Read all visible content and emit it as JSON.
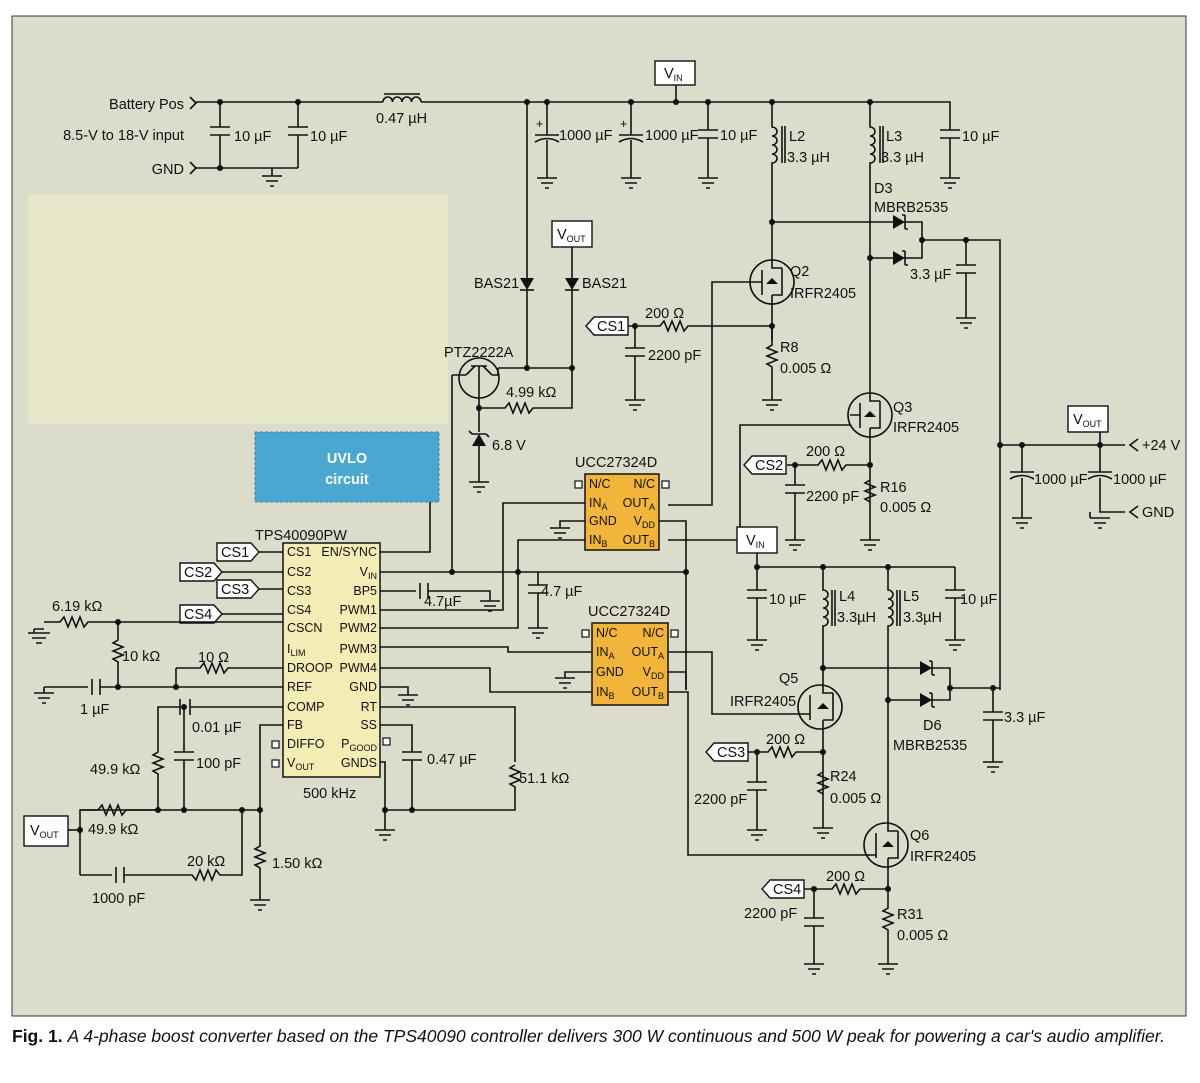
{
  "caption": {
    "label": "Fig. 1.",
    "text": "A 4-phase boost converter based on the TPS40090 controller delivers 300 W continuous and 500 W peak for powering a car's audio amplifier."
  },
  "colors": {
    "background": "#dcdccc",
    "uvlo_box": "#4aa7cf",
    "ic_driver": "#f2b53c",
    "ic_controller": "#f3ecb4",
    "highlight_area": "#e6e6c8"
  },
  "inputs": {
    "battery_pos": "Battery Pos",
    "range": "8.5-V to 18-V input",
    "gnd": "GND"
  },
  "outputs": {
    "plus24v": "+24 V",
    "gnd": "GND"
  },
  "uvlo": {
    "line1": "UVLO",
    "line2": "circuit"
  },
  "controller": {
    "name": "TPS40090PW",
    "freq": "500 kHz",
    "left_pins": [
      "CS1",
      "CS2",
      "CS3",
      "CS4",
      "CSCN",
      "I_LIM",
      "DROOP",
      "REF",
      "COMP",
      "FB",
      "DIFFO",
      "V_OUT"
    ],
    "right_pins": [
      "EN/SYNC",
      "V_IN",
      "BP5",
      "PWM1",
      "PWM2",
      "PWM3",
      "PWM4",
      "GND",
      "RT",
      "SS",
      "P_GOOD",
      "GNDS"
    ]
  },
  "driver1": {
    "name": "UCC27324D",
    "left_pins": [
      "N/C",
      "IN_A",
      "GND",
      "IN_B"
    ],
    "right_pins": [
      "N/C",
      "OUT_A",
      "V_DD",
      "OUT_B"
    ]
  },
  "driver2": {
    "name": "UCC27324D",
    "left_pins": [
      "N/C",
      "IN_A",
      "GND",
      "IN_B"
    ],
    "right_pins": [
      "N/C",
      "OUT_A",
      "V_DD",
      "OUT_B"
    ]
  },
  "tags": [
    "CS1",
    "CS2",
    "CS3",
    "CS4",
    "CS1",
    "CS2",
    "CS3",
    "CS4"
  ],
  "net_labels": {
    "vin": "V",
    "vin_sub": "IN",
    "vout": "V",
    "vout_sub": "OUT"
  },
  "components": {
    "c_in1": "10 µF",
    "c_in2": "10 µF",
    "l_in": "0.47 µH",
    "c_bulk1": "1000 µF",
    "c_bulk2": "1000 µF",
    "c_bulk3": "10 µF",
    "c_vin_r": "10 µF",
    "l2_ref": "L2",
    "l2_val": "3.3 µH",
    "l3_ref": "L3",
    "l3_val": "3.3 µH",
    "d3_ref": "D3",
    "d3_part": "MBRB2535",
    "c_d3": "3.3 µF",
    "bas21_a": "BAS21",
    "bas21_b": "BAS21",
    "q_reg": "PTZ2222A",
    "r_reg": "4.99 kΩ",
    "zener": "6.8 V",
    "q2_ref": "Q2",
    "q2_part": "IRFR2405",
    "r_cs1": "200 Ω",
    "c_cs1": "2200 pF",
    "r8_ref": "R8",
    "r8_val": "0.005 Ω",
    "q3_ref": "Q3",
    "q3_part": "IRFR2405",
    "r_cs2": "200 Ω",
    "c_cs2": "2200 pF",
    "r16_ref": "R16",
    "r16_val": "0.005 Ω",
    "c_out1": "1000 µF",
    "c_out2": "1000 µF",
    "c_vin2": "4.7µF",
    "c_bp5": "4.7 µF",
    "c_l4": "10 µF",
    "l4_ref": "L4",
    "l4_val": "3.3µH",
    "l5_ref": "L5",
    "l5_val": "3.3µH",
    "c_l5": "10 µF",
    "q5_ref": "Q5",
    "q5_part": "IRFR2405",
    "d6_ref": "D6",
    "d6_part": "MBRB2535",
    "c_d6": "3.3 µF",
    "r_cs3": "200 Ω",
    "c_cs3": "2200 pF",
    "r24_ref": "R24",
    "r24_val": "0.005 Ω",
    "q6_ref": "Q6",
    "q6_part": "IRFR2405",
    "r_cs4": "200 Ω",
    "c_cs4": "2200 pF",
    "r31_ref": "R31",
    "r31_val": "0.005 Ω",
    "r_ilim1": "6.19 kΩ",
    "r_ilim2": "10 kΩ",
    "r_droop": "10 Ω",
    "c_ref": "1 µF",
    "c_comp": "0.01 µF",
    "r_fb1": "49.9 kΩ",
    "c_fb": "100 pF",
    "r_fb2": "49.9 kΩ",
    "r_fb3": "20 kΩ",
    "c_fb2": "1000 pF",
    "r_fb4": "1.50 kΩ",
    "c_ss": "0.47 µF",
    "r_rt": "51.1 kΩ"
  }
}
